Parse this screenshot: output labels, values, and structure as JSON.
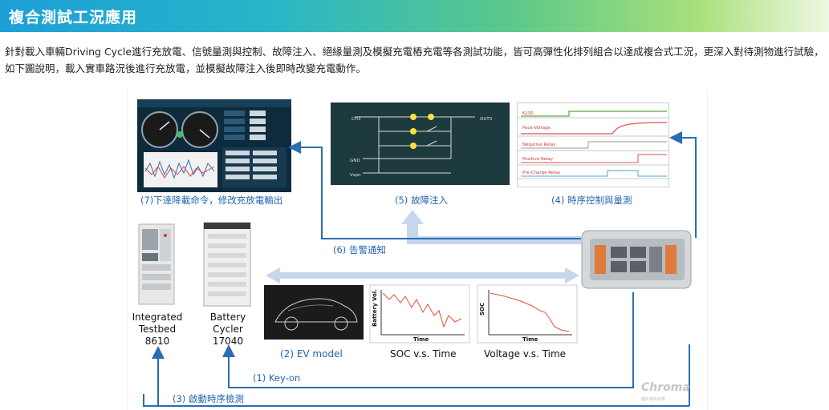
{
  "header": {
    "title": "複合測試工況應用"
  },
  "intro": {
    "text": "針對載入車輛Driving Cycle進行充放電、信號量測與控制、故障注入、絕緣量測及模擬充電樁充電等各測試功能，皆可高彈性化排列組合以達成複合式工況，更深入對待測物進行試驗，如下圖說明，載入實車路況後進行充放電，並模擬故障注入後即時改變充電動作。"
  },
  "diagram": {
    "step7": "(7)下達降載命令，修改充放電輸出",
    "step5": "(5) 故障注入",
    "step4": "(4) 時序控制與量測",
    "step6": "(6) 告警通知",
    "step2": "(2) EV model",
    "step1": "(1) Key-on",
    "step3": "(3) 啟動時序檢測",
    "soc_caption": "SOC v.s. Time",
    "voltage_caption": "Voltage v.s. Time",
    "devices": [
      {
        "line1": "Integrated",
        "line2": "Testbed",
        "line3": "8610"
      },
      {
        "line1": "Battery",
        "line2": "Cycler",
        "line3": "17040"
      }
    ],
    "fault_panel": {
      "ch": "CH3",
      "out": "OUT3",
      "gnd": "GND",
      "vspn": "Vspn"
    },
    "timing_signals": [
      "KL30",
      "Pack-Voltage",
      "Negative Relay",
      "Positive Relay",
      "Pre-Charge Relay"
    ],
    "soc_chart": {
      "ylabel": "Battery Vol.",
      "xlabel": "Time"
    },
    "volt_chart": {
      "ylabel": "SOC",
      "xlabel": "Time"
    },
    "brand": "Chroma",
    "brand_sub": "圖片僅為示意"
  },
  "colors": {
    "arrow_blue": "#2a6db5",
    "arrow_light": "#c6d6ec",
    "label_blue": "#1f64b0"
  }
}
